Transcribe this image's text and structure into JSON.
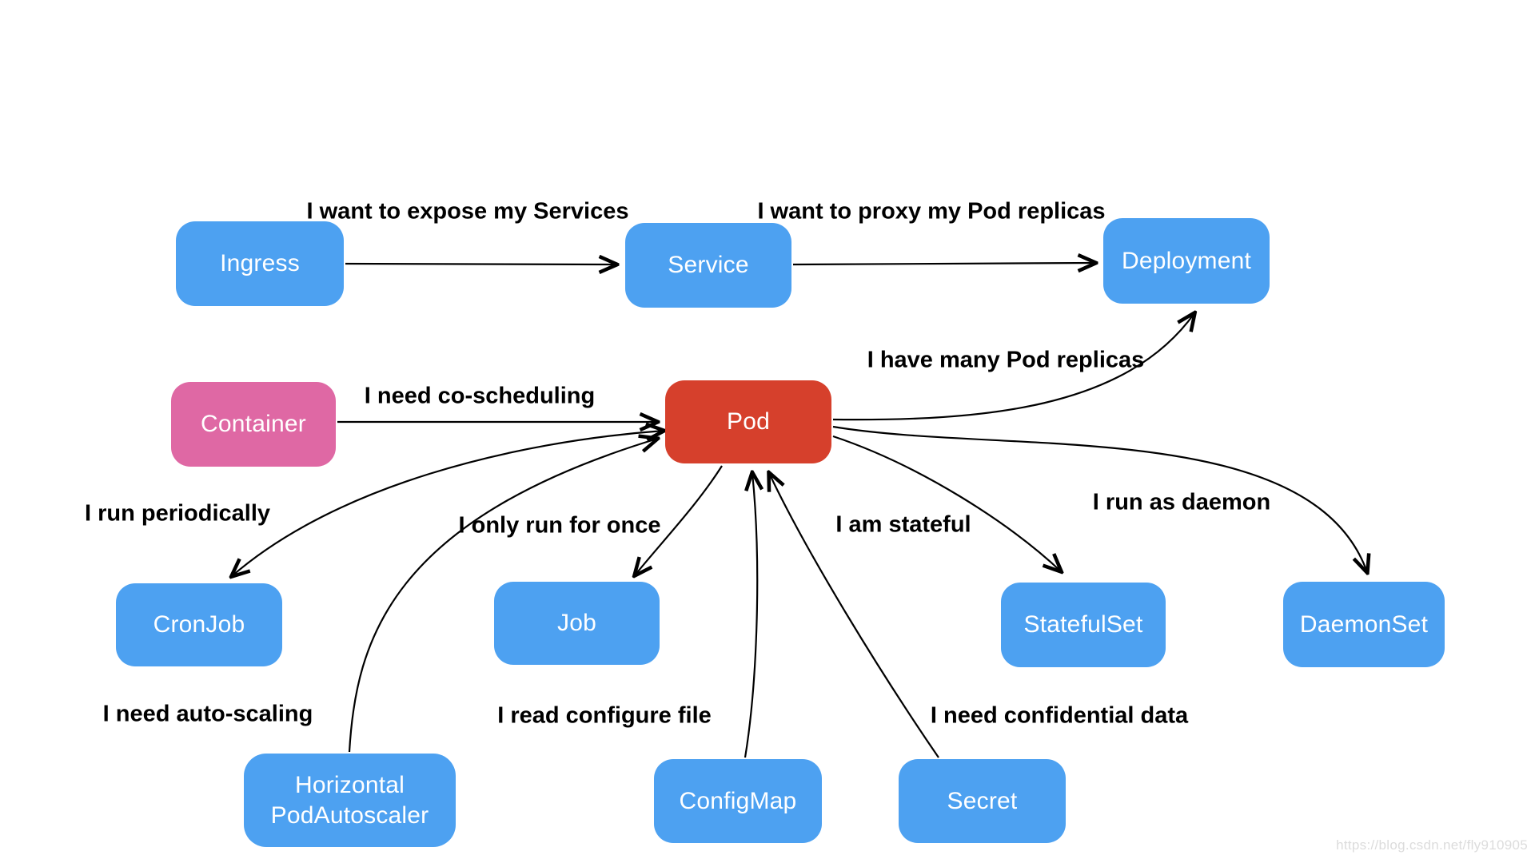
{
  "diagram": {
    "type": "flowchart",
    "nodes": [
      {
        "id": "ingress",
        "label": "Ingress",
        "color": "#4DA1F1"
      },
      {
        "id": "service",
        "label": "Service",
        "color": "#4DA1F1"
      },
      {
        "id": "deployment",
        "label": "Deployment",
        "color": "#4DA1F1"
      },
      {
        "id": "container",
        "label": "Container",
        "color": "#DF68A4"
      },
      {
        "id": "pod",
        "label": "Pod",
        "color": "#D6402C"
      },
      {
        "id": "cronjob",
        "label": "CronJob",
        "color": "#4DA1F1"
      },
      {
        "id": "job",
        "label": "Job",
        "color": "#4DA1F1"
      },
      {
        "id": "statefulset",
        "label": "StatefulSet",
        "color": "#4DA1F1"
      },
      {
        "id": "daemonset",
        "label": "DaemonSet",
        "color": "#4DA1F1"
      },
      {
        "id": "hpa",
        "label": "Horizontal PodAutoscaler",
        "color": "#4DA1F1"
      },
      {
        "id": "configmap",
        "label": "ConfigMap",
        "color": "#4DA1F1"
      },
      {
        "id": "secret",
        "label": "Secret",
        "color": "#4DA1F1"
      }
    ],
    "edges": [
      {
        "from": "ingress",
        "to": "service",
        "label": "I want to expose my Services"
      },
      {
        "from": "service",
        "to": "deployment",
        "label": "I want to proxy my Pod replicas"
      },
      {
        "from": "container",
        "to": "pod",
        "label": "I need co-scheduling"
      },
      {
        "from": "pod",
        "to": "deployment",
        "label": "I have many Pod replicas"
      },
      {
        "from": "pod",
        "to": "cronjob",
        "label": "I run periodically"
      },
      {
        "from": "pod",
        "to": "job",
        "label": "I only run for once"
      },
      {
        "from": "pod",
        "to": "statefulset",
        "label": "I am stateful"
      },
      {
        "from": "pod",
        "to": "daemonset",
        "label": "I run as daemon"
      },
      {
        "from": "hpa",
        "to": "pod",
        "label": "I need auto-scaling"
      },
      {
        "from": "configmap",
        "to": "pod",
        "label": "I read configure file"
      },
      {
        "from": "secret",
        "to": "pod",
        "label": "I need confidential data"
      }
    ],
    "palette": {
      "node_blue": "#4DA1F1",
      "node_red": "#D6402C",
      "node_pink": "#DF68A4",
      "arrow": "#000000",
      "edge_label": "#000000",
      "watermark_gray": "#DCDCDC"
    },
    "watermark": "https://blog.csdn.net/fly910905"
  }
}
